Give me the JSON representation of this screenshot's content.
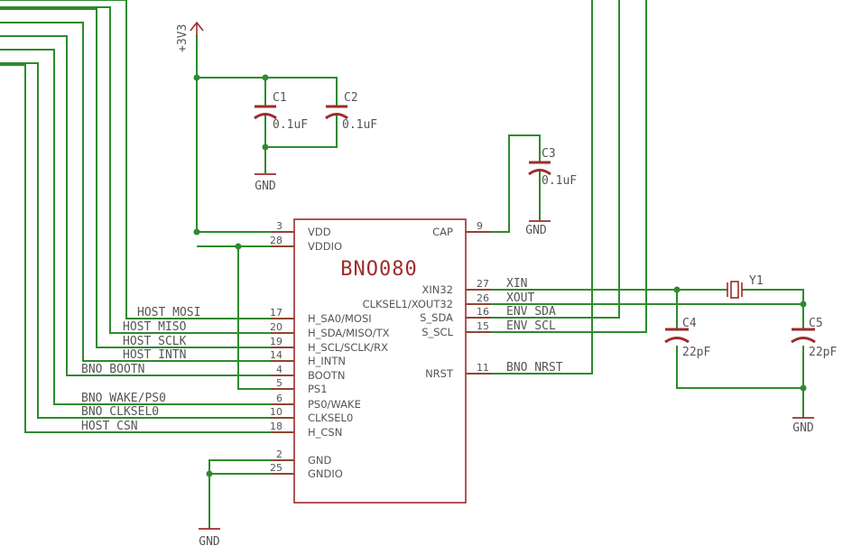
{
  "power": {
    "supply": "+3V3",
    "ground": "GND"
  },
  "ic": {
    "name": "BNO080",
    "left_pins": [
      {
        "num": "3",
        "name": "VDD"
      },
      {
        "num": "28",
        "name": "VDDIO"
      },
      {
        "num": "17",
        "name": "H_SA0/MOSI"
      },
      {
        "num": "20",
        "name": "H_SDA/MISO/TX"
      },
      {
        "num": "19",
        "name": "H_SCL/SCLK/RX"
      },
      {
        "num": "14",
        "name": "H_INTN"
      },
      {
        "num": "4",
        "name": "BOOTN"
      },
      {
        "num": "5",
        "name": "PS1"
      },
      {
        "num": "6",
        "name": "PS0/WAKE"
      },
      {
        "num": "10",
        "name": "CLKSEL0"
      },
      {
        "num": "18",
        "name": "H_CSN"
      },
      {
        "num": "2",
        "name": "GND"
      },
      {
        "num": "25",
        "name": "GNDIO"
      }
    ],
    "right_pins": [
      {
        "num": "9",
        "name": "CAP"
      },
      {
        "num": "27",
        "name": "XIN32"
      },
      {
        "num": "26",
        "name": "CLKSEL1/XOUT32"
      },
      {
        "num": "16",
        "name": "S_SDA"
      },
      {
        "num": "15",
        "name": "S_SCL"
      },
      {
        "num": "11",
        "name": "NRST"
      }
    ]
  },
  "nets_left": [
    "HOST_MOSI",
    "HOST_MISO",
    "HOST_SCLK",
    "HOST_INTN",
    "BNO_BOOTN",
    "BNO_WAKE/PS0",
    "BNO_CLKSEL0",
    "HOST_CSN"
  ],
  "nets_right": [
    "XIN",
    "XOUT",
    "ENV_SDA",
    "ENV_SCL",
    "BNO_NRST"
  ],
  "components": {
    "c1": {
      "ref": "C1",
      "value": "0.1uF"
    },
    "c2": {
      "ref": "C2",
      "value": "0.1uF"
    },
    "c3": {
      "ref": "C3",
      "value": "0.1uF"
    },
    "c4": {
      "ref": "C4",
      "value": "22pF"
    },
    "c5": {
      "ref": "C5",
      "value": "22pF"
    },
    "y1": {
      "ref": "Y1"
    }
  },
  "colors": {
    "wire": "#2e8b2e",
    "part": "#9e2b2b",
    "text": "#555555"
  }
}
